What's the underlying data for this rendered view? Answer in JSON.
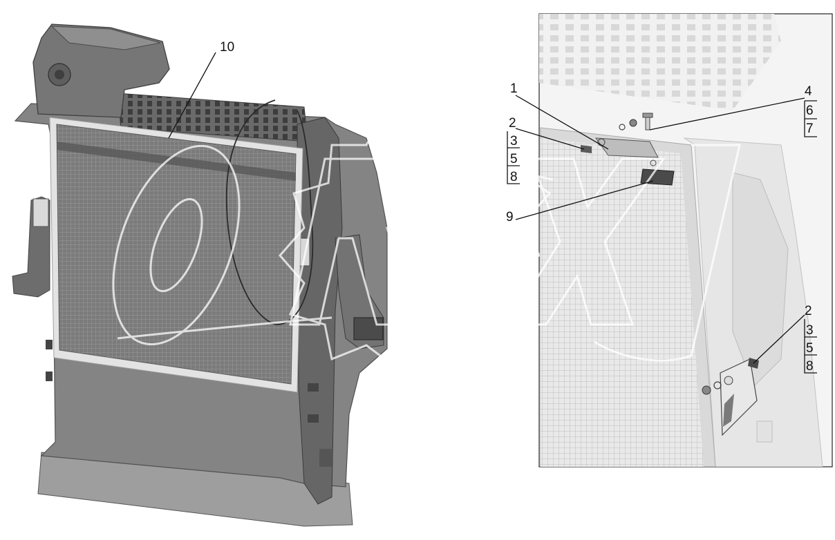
{
  "callouts": {
    "c10": "10",
    "c1": "1",
    "c2a": "2",
    "c3a": "3",
    "c5a": "5",
    "c8a": "8",
    "c4": "4",
    "c6": "6",
    "c7": "7",
    "c9": "9",
    "c2b": "2",
    "c3b": "3",
    "c5b": "5",
    "c8b": "8"
  },
  "colors": {
    "part_dark": "#6f6f6f",
    "part_mid": "#8c8c8c",
    "part_light": "#a9a9a9",
    "mesh_frame": "#e2e2e2",
    "watermark": "#ffffff"
  },
  "watermark": "OREX"
}
